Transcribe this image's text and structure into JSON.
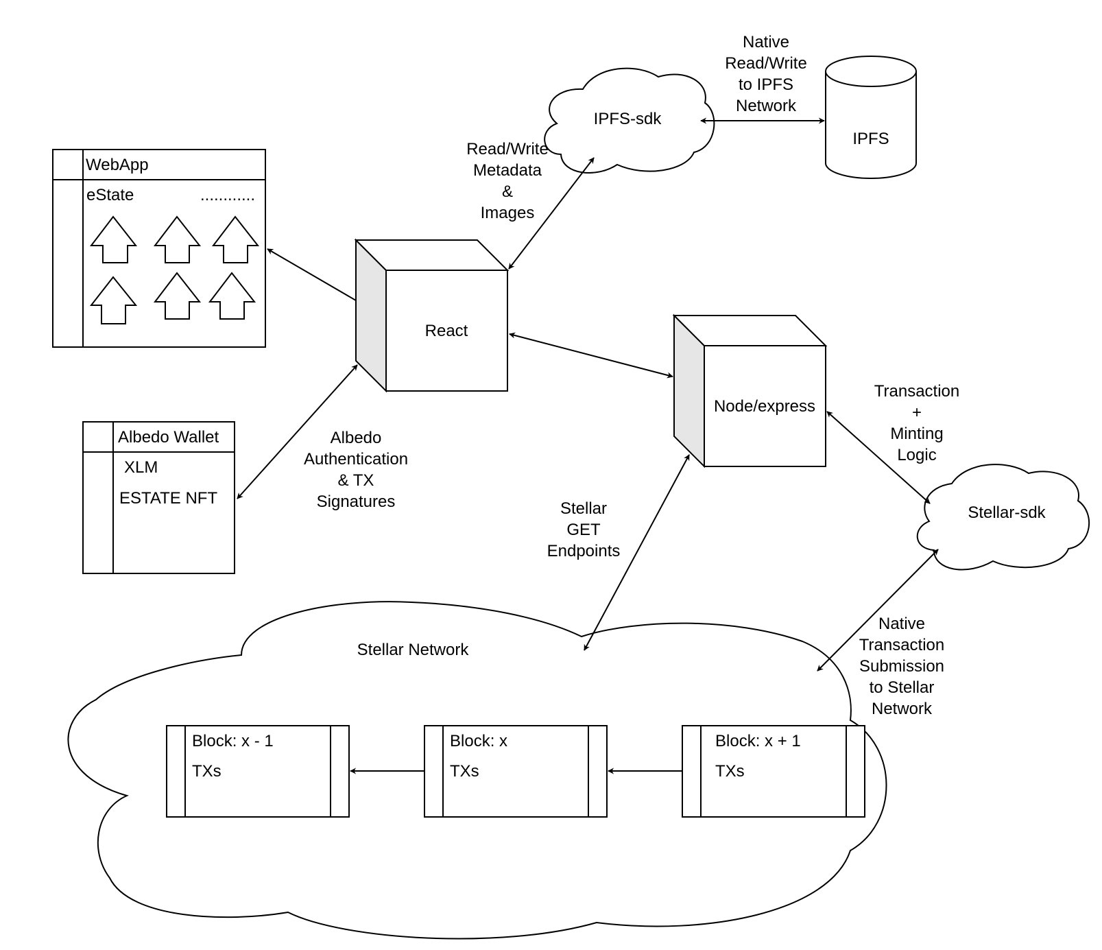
{
  "nodes": {
    "webapp": {
      "title": "WebApp",
      "section": "eState",
      "dots": "............"
    },
    "albedo": {
      "title": "Albedo Wallet",
      "items": [
        "XLM",
        "ESTATE NFT"
      ]
    },
    "react": {
      "label": "React"
    },
    "node": {
      "label": "Node/express"
    },
    "ipfs_sdk": {
      "label": "IPFS-sdk"
    },
    "ipfs": {
      "label": "IPFS"
    },
    "stellar_sdk": {
      "label": "Stellar-sdk"
    },
    "stellar_network": {
      "label": "Stellar Network"
    },
    "blocks": [
      {
        "title": "Block: x - 1",
        "content": "TXs"
      },
      {
        "title": "Block: x",
        "content": "TXs"
      },
      {
        "title": "Block: x + 1",
        "content": "TXs"
      }
    ]
  },
  "edge_labels": {
    "native_ipfs": [
      "Native",
      "Read/Write",
      "to IPFS",
      "Network"
    ],
    "react_ipfs": [
      "Read/Write",
      "Metadata",
      "&",
      "Images"
    ],
    "albedo_auth": [
      "Albedo",
      "Authentication",
      "& TX",
      "Signatures"
    ],
    "stellar_get": [
      "Stellar",
      "GET",
      "Endpoints"
    ],
    "tx_minting": [
      "Transaction",
      "+",
      "Minting",
      "Logic"
    ],
    "native_tx": [
      "Native",
      "Transaction",
      "Submission",
      "to Stellar",
      "Network"
    ]
  },
  "edges": [
    {
      "from": "react",
      "to": "webapp",
      "direction": "forward"
    },
    {
      "from": "react",
      "to": "ipfs_sdk",
      "direction": "both"
    },
    {
      "from": "ipfs_sdk",
      "to": "ipfs",
      "direction": "both"
    },
    {
      "from": "react",
      "to": "node",
      "direction": "both"
    },
    {
      "from": "react",
      "to": "albedo",
      "direction": "both"
    },
    {
      "from": "node",
      "to": "stellar_sdk",
      "direction": "both"
    },
    {
      "from": "node",
      "to": "stellar_network",
      "direction": "both"
    },
    {
      "from": "stellar_sdk",
      "to": "stellar_network",
      "direction": "both"
    },
    {
      "from": "blocks.1",
      "to": "blocks.0",
      "direction": "forward"
    },
    {
      "from": "blocks.2",
      "to": "blocks.1",
      "direction": "forward"
    }
  ]
}
